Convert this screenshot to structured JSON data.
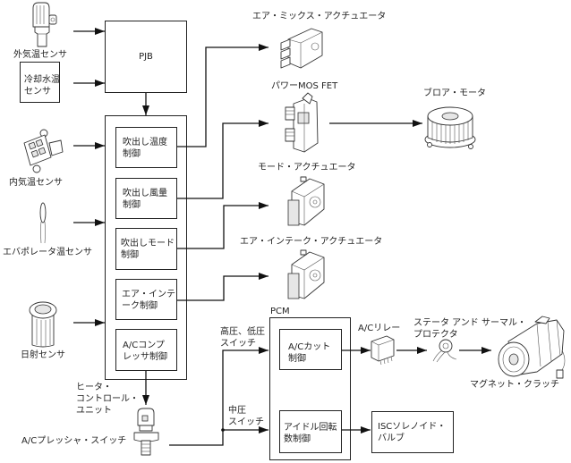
{
  "inputs": {
    "ambient_temp_sensor": "外気温センサ",
    "coolant_temp_sensor": [
      "冷却水温",
      "センサ"
    ],
    "cabin_temp_sensor": "内気温センサ",
    "evaporator_temp_sensor": "エバポレータ温センサ",
    "solar_sensor": "日射センサ"
  },
  "pjb": {
    "label": "PJB"
  },
  "heater_control_unit": {
    "label": [
      "ヒータ・",
      "コントロール・",
      "ユニット"
    ],
    "functions": [
      [
        "吹出し温度",
        "制御"
      ],
      [
        "吹出し風量",
        "制御"
      ],
      [
        "吹出しモード",
        "制御"
      ],
      [
        "エア・インテ",
        "ーク制御"
      ],
      [
        "A/Cコンプ",
        "レッサ制御"
      ]
    ]
  },
  "outputs": {
    "air_mix_actuator": "エア・ミックス・アクチュエータ",
    "power_mos_fet": "パワーMOS FET",
    "blower_motor": "ブロア・モータ",
    "mode_actuator": "モード・アクチュエータ",
    "air_intake_actuator": "エア・インテーク・アクチュエータ"
  },
  "pressure_switch": {
    "label": "A/Cプレッシャ・スイッチ",
    "high_low_switch": [
      "高圧、低圧",
      "スイッチ"
    ],
    "medium_switch": [
      "中圧",
      "スイッチ"
    ]
  },
  "pcm": {
    "label": "PCM",
    "functions": [
      [
        "A/Cカット",
        "制御"
      ],
      [
        "アイドル回転",
        "数制御"
      ]
    ]
  },
  "ac_relay": "A/Cリレー",
  "thermal_protector": [
    "ステータ アンド サーマル・",
    "プロテクタ"
  ],
  "magnet_clutch": "マグネット・クラッチ",
  "isc_valve": [
    "ISCソレノイド・",
    "バルブ"
  ]
}
